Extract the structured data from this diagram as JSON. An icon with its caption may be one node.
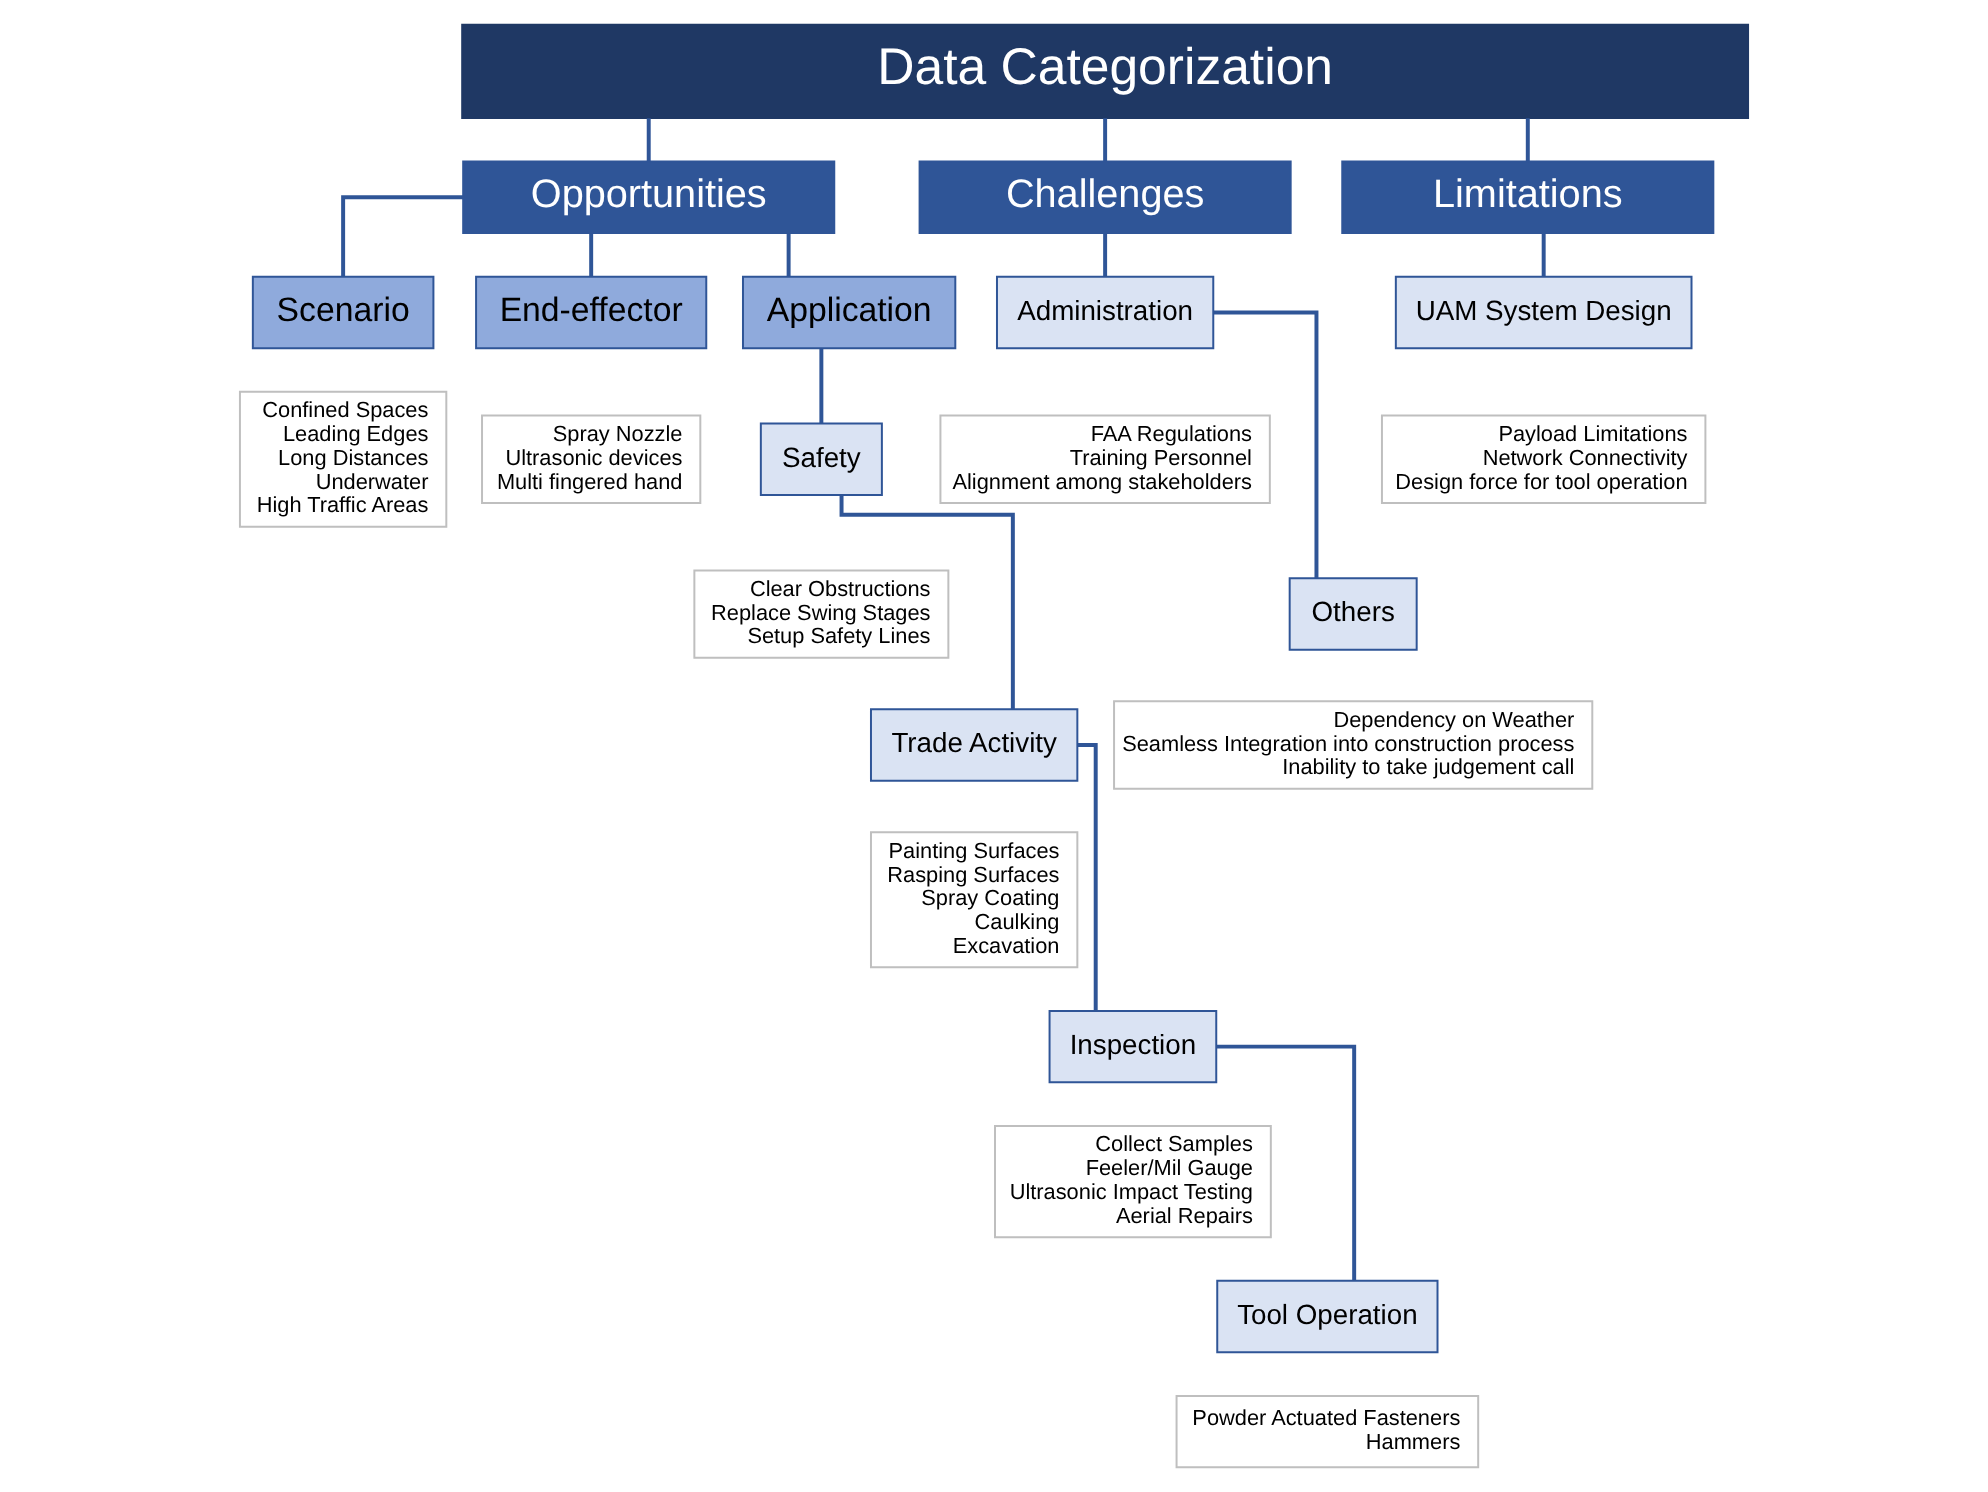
{
  "diagram": {
    "nodes": [
      {
        "text": [
          "Data Categorization"
        ]
      },
      {
        "text": [
          "Opportunities"
        ]
      },
      {
        "text": [
          "Challenges"
        ]
      },
      {
        "text": [
          "Limitations"
        ]
      },
      {
        "text": [
          "Scenario"
        ]
      },
      {
        "text": [
          "Confined Spaces",
          "Leading Edges",
          "Long Distances",
          "Underwater",
          "High Traffic Areas"
        ]
      },
      {
        "text": [
          "End-effector"
        ]
      },
      {
        "text": [
          "Spray Nozzle",
          "Ultrasonic devices",
          "Multi fingered hand"
        ]
      },
      {
        "text": [
          "Application"
        ]
      },
      {
        "text": [
          "Safety"
        ]
      },
      {
        "text": [
          "Clear Obstructions",
          "Replace Swing Stages",
          "Setup Safety Lines"
        ]
      },
      {
        "text": [
          "Trade Activity"
        ]
      },
      {
        "text": [
          "Painting Surfaces",
          "Rasping Surfaces",
          "Spray Coating",
          "Caulking",
          "Excavation"
        ]
      },
      {
        "text": [
          "Inspection"
        ]
      },
      {
        "text": [
          "Collect Samples",
          "Feeler/Mil Gauge",
          "Ultrasonic Impact Testing",
          "Aerial Repairs"
        ]
      },
      {
        "text": [
          "Tool Operation"
        ]
      },
      {
        "text": [
          "Powder Actuated Fasteners",
          "Hammers"
        ]
      },
      {
        "text": [
          "Administration"
        ]
      },
      {
        "text": [
          "FAA Regulations",
          "Training Personnel",
          "Alignment among stakeholders"
        ]
      },
      {
        "text": [
          "Others"
        ]
      },
      {
        "text": [
          "Dependency on Weather",
          "Seamless Integration into construction process",
          "Inability to take judgement call"
        ]
      },
      {
        "text": [
          "UAM System Design"
        ]
      },
      {
        "text": [
          "Payload Limitations",
          "Network Connectivity",
          "Design force for tool operation"
        ]
      }
    ],
    "edges": [
      {
        "from": 0,
        "to": 1,
        "arrow": "none"
      },
      {
        "from": 0,
        "to": 2,
        "arrow": "none"
      },
      {
        "from": 0,
        "to": 3,
        "arrow": "none"
      },
      {
        "from": 1,
        "to": 4,
        "arrow": "none"
      },
      {
        "from": 1,
        "to": 6,
        "arrow": "none"
      },
      {
        "from": 1,
        "to": 8,
        "arrow": "none"
      },
      {
        "from": 8,
        "to": 9,
        "arrow": "none"
      },
      {
        "from": 9,
        "to": 11,
        "arrow": "none"
      },
      {
        "from": 11,
        "to": 13,
        "arrow": "none"
      },
      {
        "from": 13,
        "to": 15,
        "arrow": "none"
      },
      {
        "from": 2,
        "to": 17,
        "arrow": "none"
      },
      {
        "from": 17,
        "to": 19,
        "arrow": "none"
      },
      {
        "from": 3,
        "to": 21,
        "arrow": "none"
      }
    ]
  }
}
